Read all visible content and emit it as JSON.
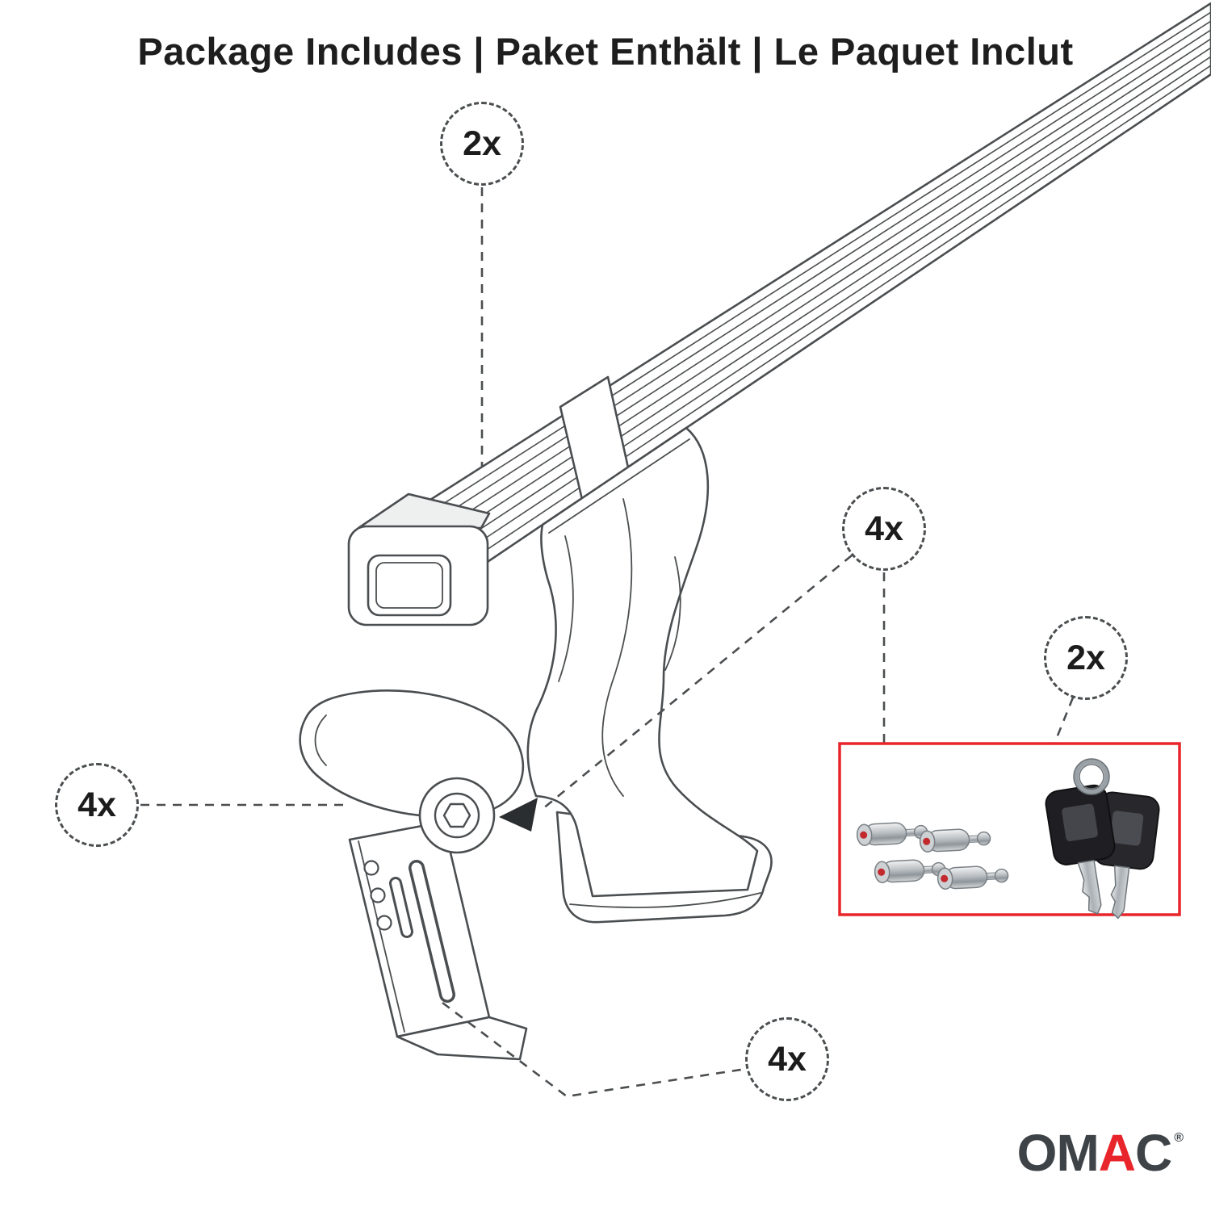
{
  "title": "Package Includes | Paket Enthält | Le Paquet Inclut",
  "callouts": [
    {
      "part": "crossbar",
      "qty": "2x"
    },
    {
      "part": "lock-cylinders",
      "qty": "4x"
    },
    {
      "part": "keys",
      "qty": "2x"
    },
    {
      "part": "mounting-foot",
      "qty": "4x"
    },
    {
      "part": "clamp-bracket",
      "qty": "4x"
    }
  ],
  "hardware_box": {
    "border_color": "#e8252b",
    "images": [
      {
        "icon": "lock-cylinder-set-photo"
      },
      {
        "icon": "key-pair-photo"
      }
    ]
  },
  "brand": {
    "part1": "OM",
    "accent": "A",
    "part2": "C",
    "registered": "®"
  },
  "colors": {
    "accent_red": "#e8252b",
    "line_gray": "#4b4e50",
    "text_dark": "#1e1e1e",
    "brand_dark": "#3e4347"
  }
}
